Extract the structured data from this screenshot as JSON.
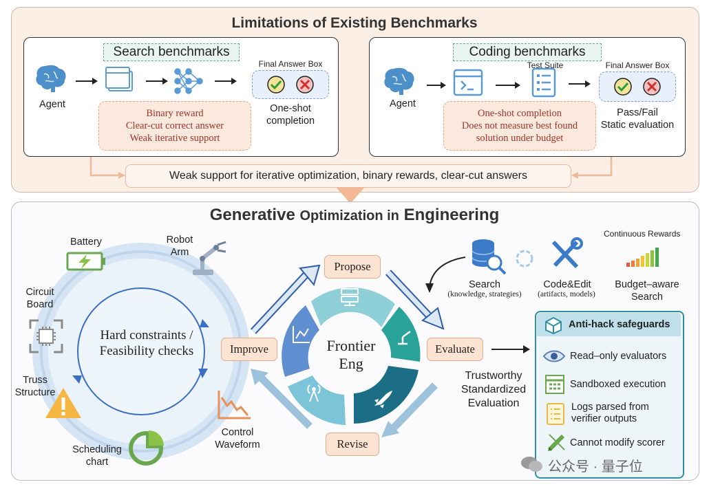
{
  "top": {
    "title": "Limitations of Existing Benchmarks",
    "search": {
      "tag": "Search benchmarks",
      "agent": "Agent",
      "final_answer_box": "Final Answer Box",
      "reward_lines": [
        "Binary reward",
        "Clear-cut correct answer",
        "Weak iterative support"
      ],
      "outcome_lines": [
        "One-shot",
        "completion"
      ]
    },
    "coding": {
      "tag": "Coding benchmarks",
      "agent": "Agent",
      "test_suite": "Test Suite",
      "final_answer_box": "Final Answer Box",
      "reward_lines": [
        "One-shot completion",
        "Does not measure best found",
        "solution under budget"
      ],
      "outcome_lines": [
        "Pass/Fail",
        "Static evaluation"
      ]
    },
    "weak_support": "Weak support for iterative optimization, binary rewards, clear-cut answers"
  },
  "bottom": {
    "title_main": "Generative",
    "title_sub": "Optimization in",
    "title_end": "Engineering",
    "domains": {
      "battery": "Battery",
      "robot_arm": [
        "Robot",
        "Arm"
      ],
      "circuit_board": [
        "Circuit",
        "Board"
      ],
      "truss": [
        "Truss",
        "Structure"
      ],
      "scheduling": [
        "Scheduling",
        "chart"
      ],
      "control": [
        "Control",
        "Waveform"
      ]
    },
    "constraints": [
      "Hard constraints /",
      "Feasibility checks"
    ],
    "stages": {
      "propose": "Propose",
      "evaluate": "Evaluate",
      "revise": "Revise",
      "improve": "Improve"
    },
    "center": [
      "Frontier",
      "Eng"
    ],
    "tools": {
      "search": "Search",
      "search_sub": "(knowledge, strategies)",
      "code": "Code&Edit",
      "code_sub": "(artifacts, models)",
      "continuous": "Continuous Rewards",
      "budget": [
        "Budget–aware",
        "Search"
      ]
    },
    "trustworthy": [
      "Trustworthy",
      "Standardized",
      "Evaluation"
    ],
    "anti_hack": {
      "title": "Anti-hack safeguards",
      "items": [
        "Read–only evaluators",
        "Sandboxed execution",
        "Logs parsed from",
        "verifier outputs",
        "Cannot modify scorer"
      ]
    },
    "watermark": "公众号 · 量子位"
  },
  "colors": {
    "accent_teal": "#2e8fa8",
    "reward_red": "#a3342a",
    "peach": "#fde3d1"
  }
}
